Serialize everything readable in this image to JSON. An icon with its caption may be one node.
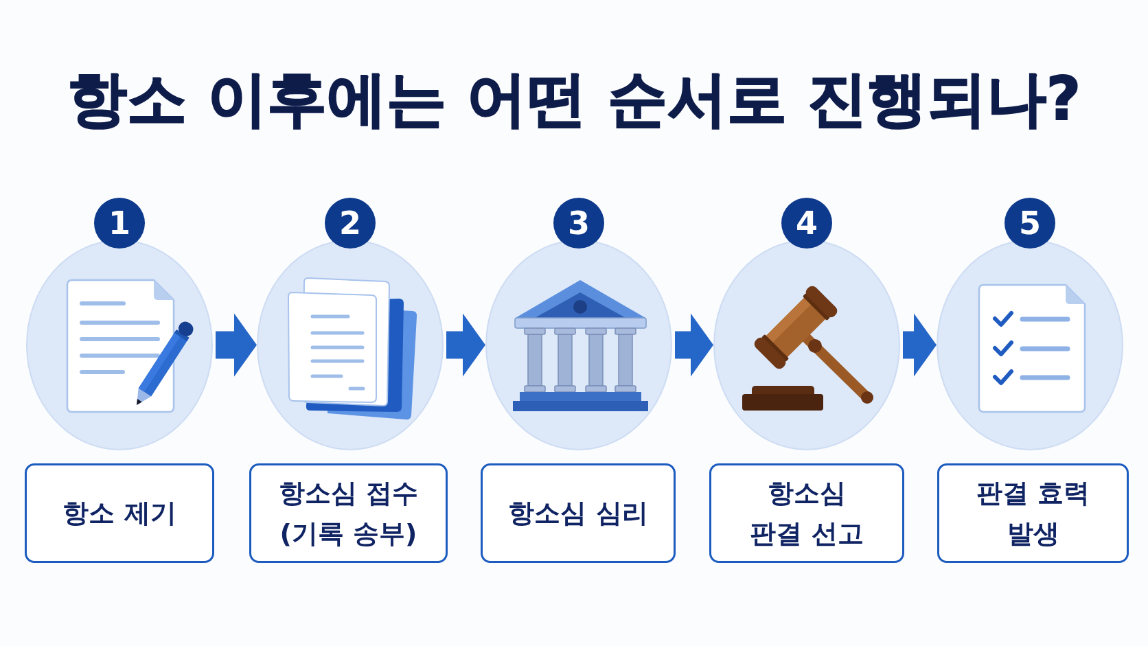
{
  "diagram": {
    "title": "항소 이후에는 어떤 순서로 진행되나?",
    "nodes": [
      {
        "text": [
          "1"
        ]
      },
      {
        "text": [
          "2"
        ]
      },
      {
        "text": [
          "3"
        ]
      },
      {
        "text": [
          "4"
        ]
      },
      {
        "text": [
          "5"
        ]
      },
      {
        "text": [
          "항소 제기"
        ]
      },
      {
        "text": [
          "항소심 접수 (기록 송부)"
        ]
      },
      {
        "text": [
          "항소심 심리"
        ]
      },
      {
        "text": [
          "항소심 판결 선고"
        ]
      },
      {
        "text": [
          "판결 효력 발생"
        ]
      }
    ],
    "edges": [
      {
        "from": 0,
        "to": 1,
        "arrow": "to"
      },
      {
        "from": 1,
        "to": 2,
        "arrow": "to"
      },
      {
        "from": 2,
        "to": 3,
        "arrow": "to"
      },
      {
        "from": 3,
        "to": 4,
        "arrow": "to"
      }
    ]
  }
}
